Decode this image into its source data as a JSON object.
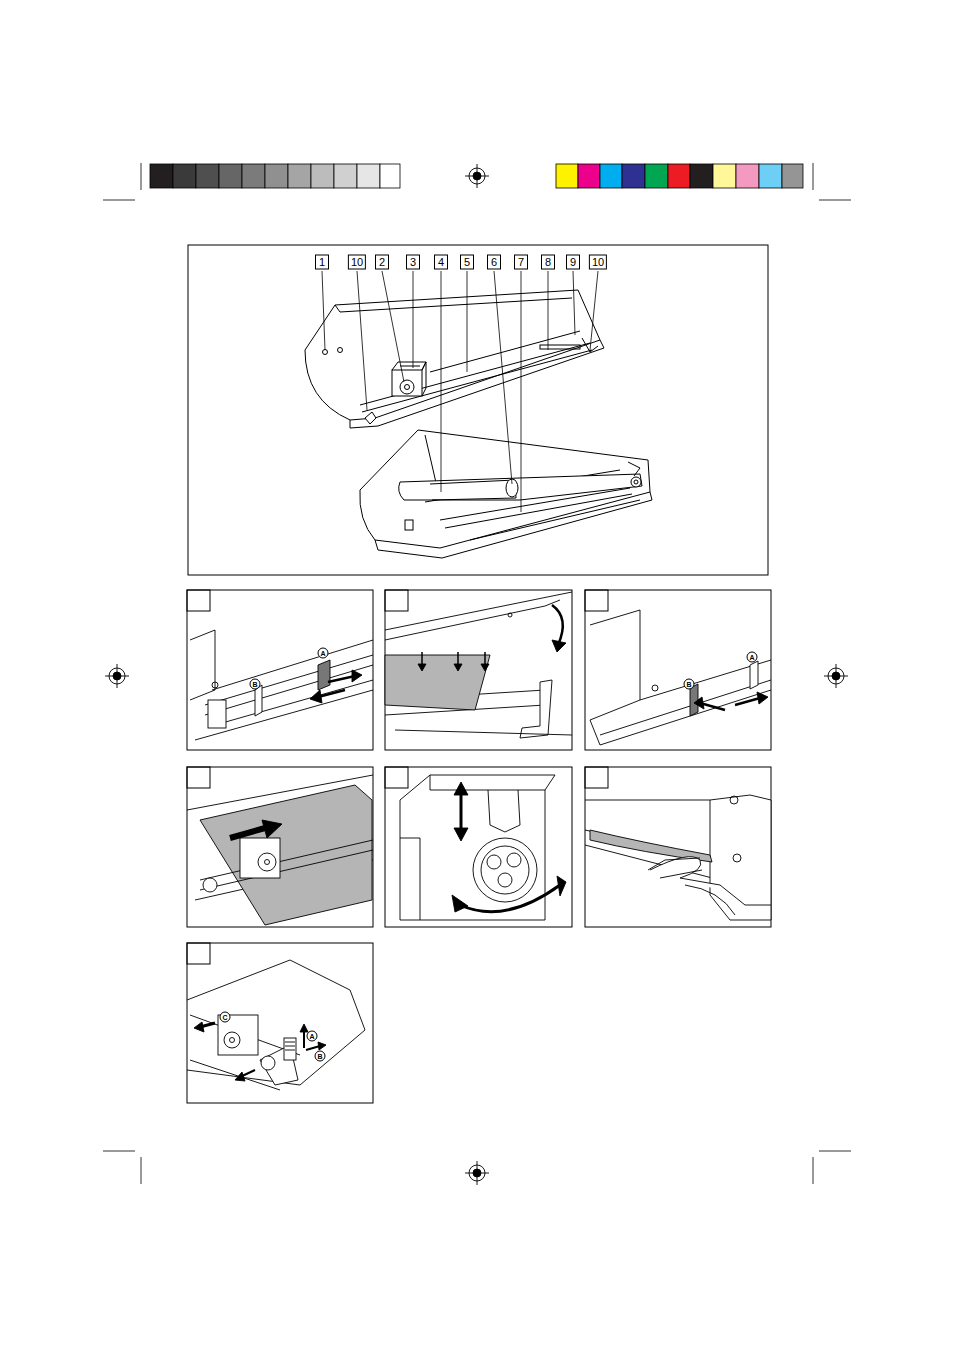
{
  "diagram": {
    "labels": [
      "1",
      "10",
      "2",
      "3",
      "4",
      "5",
      "6",
      "7",
      "8",
      "9",
      "10",
      "A",
      "B",
      "A",
      "B",
      "C",
      "A",
      "B"
    ]
  }
}
